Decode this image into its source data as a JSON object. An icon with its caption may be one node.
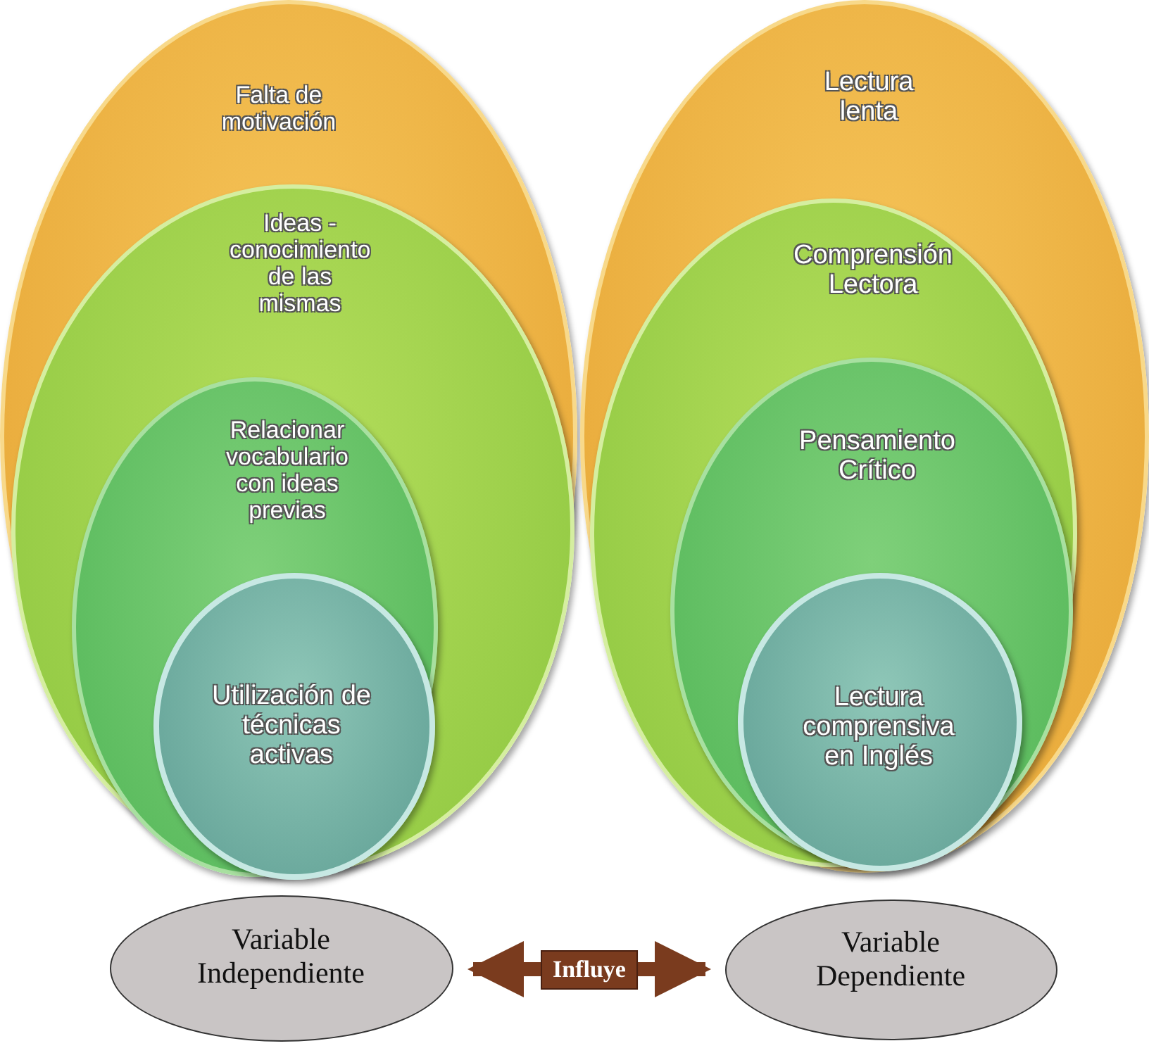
{
  "diagram": {
    "nodes": [
      {
        "text": [
          "Falta de motivación"
        ]
      },
      {
        "text": [
          "Ideas - conocimiento de las mismas"
        ],
        "in": 0
      },
      {
        "text": [
          "Relacionar vocabulario con ideas previas"
        ],
        "in": 1
      },
      {
        "text": [
          "Utilización de técnicas activas"
        ],
        "in": 2
      },
      {
        "text": [
          "Lectura lenta"
        ]
      },
      {
        "text": [
          "Comprensión Lectora"
        ],
        "in": 4
      },
      {
        "text": [
          "Pensamiento Crítico"
        ],
        "in": 5
      },
      {
        "text": [
          "Lectura comprensiva en Inglés"
        ],
        "in": 6
      },
      {
        "text": [
          "Variable Independiente"
        ]
      },
      {
        "text": [
          "Variable Dependiente"
        ]
      }
    ],
    "edges": [
      {
        "from": 8,
        "to": 9,
        "arrow": "both",
        "label": "Influye"
      }
    ]
  }
}
